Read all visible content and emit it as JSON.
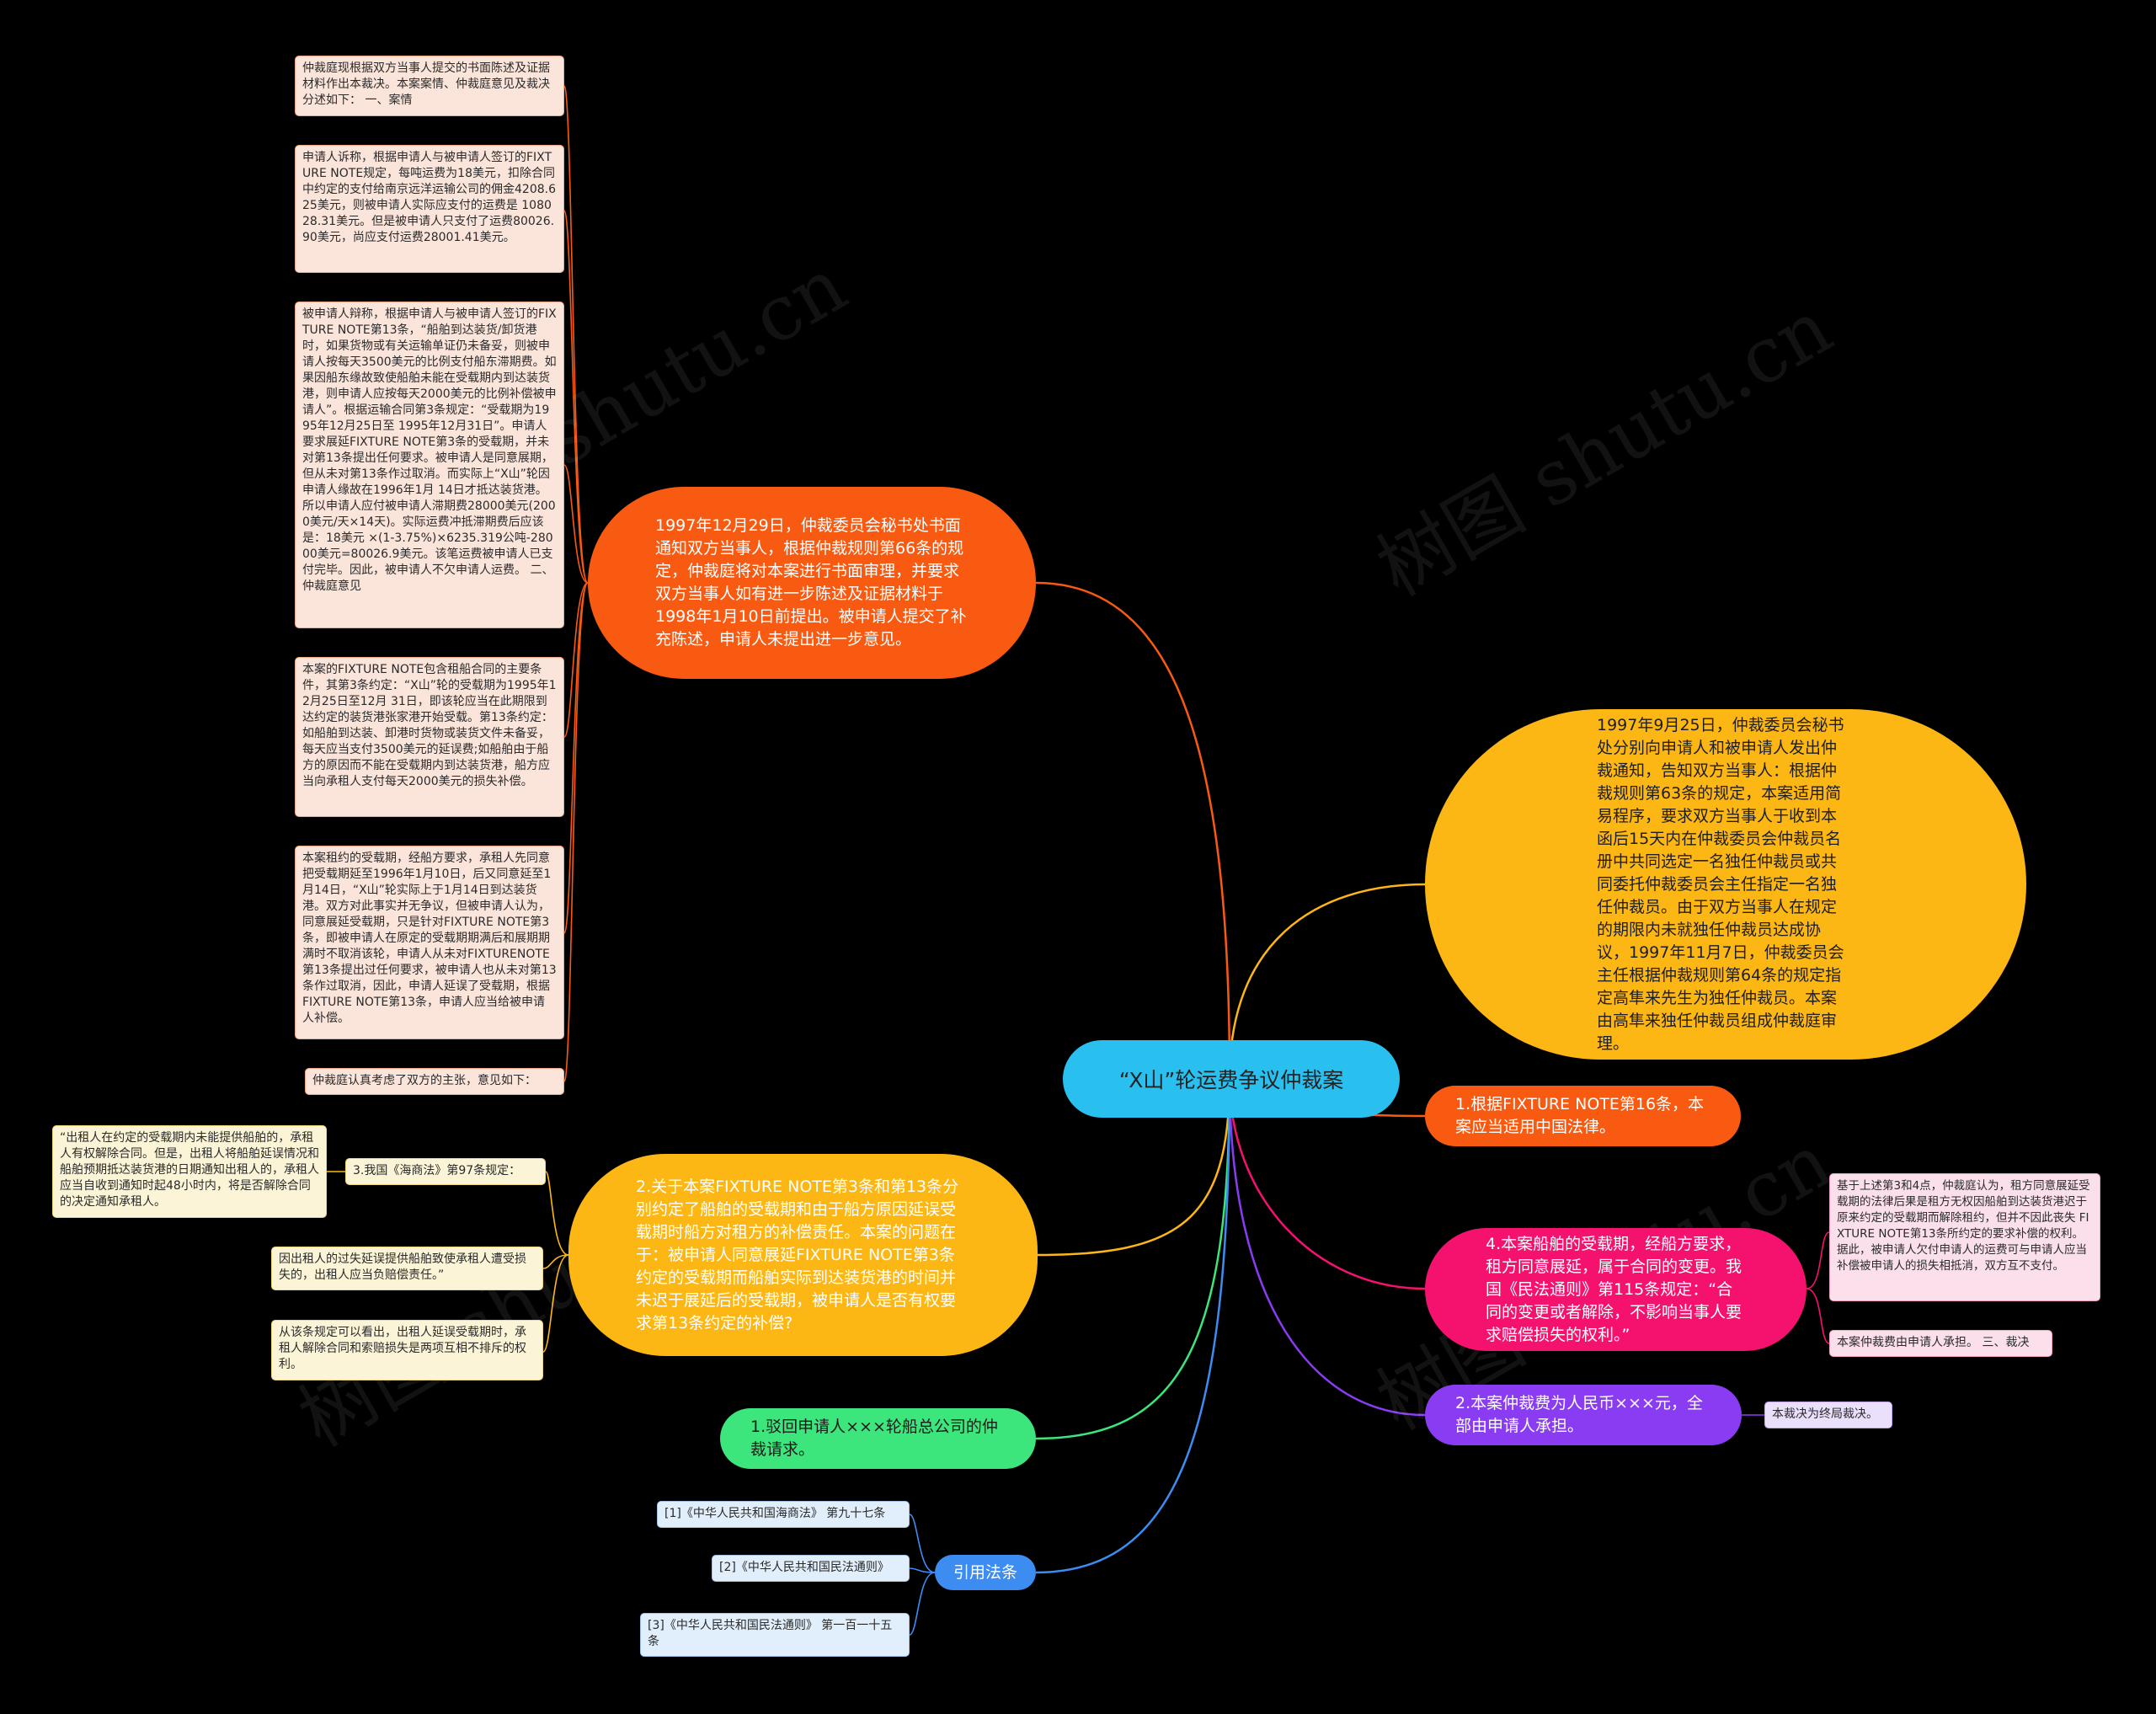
{
  "watermark": "树图 shutu.cn",
  "center": "“X山”轮运费争议仲裁案",
  "branches": {
    "orange_big": "1997年12月29日，仲裁委员会秘书处书面通知双方当事人，根据仲裁规则第66条的规定，仲裁庭将对本案进行书面审理，并要求双方当事人如有进一步陈述及证据材料于1998年1月10日前提出。被申请人提交了补充陈述，申请人未提出进一步意见。",
    "yellow_big": "2.关于本案FIXTURE NOTE第3条和第13条分别约定了船舶的受载期和由于船方原因延误受载期时船方对租方的补偿责任。本案的问题在于：被申请人同意展延FIXTURE NOTE第3条约定的受载期而船舶实际到达装货港的时间并未迟于展延后的受载期，被申请人是否有权要求第13条约定的补偿?",
    "green": "1.驳回申请人×××轮船总公司的仲裁请求。",
    "blue": "引用法条",
    "gold_big": "1997年9月25日，仲裁委员会秘书处分别向申请人和被申请人发出仲裁通知，告知双方当事人：根据仲裁规则第63条的规定，本案适用简易程序，要求双方当事人于收到本函后15天内在仲裁委员会仲裁员名册中共同选定一名独任仲裁员或共同委托仲裁委员会主任指定一名独任仲裁员。由于双方当事人在规定的期限内未就独任仲裁员达成协议，1997年11月7日，仲裁委员会主任根据仲裁规则第64条的规定指定高隼来先生为独任仲裁员。本案由高隼来独任仲裁员组成仲裁庭审理。",
    "red": "1.根据FIXTURE NOTE第16条，本案应当适用中国法律。",
    "pink": "4.本案船舶的受载期，经船方要求，租方同意展延，属于合同的变更。我国《民法通则》第115条规定：“合同的变更或者解除，不影响当事人要求赔偿损失的权利。”",
    "purple": "2.本案仲裁费为人民币×××元，全部由申请人承担。"
  },
  "leaves": {
    "o1": "仲裁庭现根据双方当事人提交的书面陈述及证据材料作出本裁决。本案案情、仲裁庭意见及裁决分述如下： 一、案情",
    "o2": "申请人诉称，根据申请人与被申请人签订的FIXTURE NOTE规定，每吨运费为18美元，扣除合同中约定的支付给南京远洋运输公司的佣金4208.625美元，则被申请人实际应支付的运费是 108028.31美元。但是被申请人只支付了运费80026.90美元，尚应支付运费28001.41美元。",
    "o3": "被申请人辩称，根据申请人与被申请人签订的FIXTURE NOTE第13条，“船舶到达装货/卸货港时，如果货物或有关运输单证仍未备妥，则被申请人按每天3500美元的比例支付船东滞期费。如果因船东缘故致使船舶未能在受载期内到达装货港，则申请人应按每天2000美元的比例补偿被申请人”。根据运输合同第3条规定：“受载期为1995年12月25日至 1995年12月31日”。申请人要求展延FIXTURE NOTE第3条的受载期，并未对第13条提出任何要求。被申请人是同意展期，但从未对第13条作过取消。而实际上“X山”轮因申请人缘故在1996年1月 14日才抵达装货港。所以申请人应付被申请人滞期费28000美元(2000美元/天×14天)。实际运费冲抵滞期费后应该是：18美元 ×(1-3.75%)×6235.319公吨-28000美元=80026.9美元。该笔运费被申请人已支付完毕。因此，被申请人不欠申请人运费。 二、仲裁庭意见",
    "o4": "本案的FIXTURE NOTE包含租船合同的主要条件，其第3条约定：“X山”轮的受载期为1995年12月25日至12月 31日，即该轮应当在此期限到达约定的装货港张家港开始受载。第13条约定：如船舶到达装、卸港时货物或装货文件未备妥，每天应当支付3500美元的延误费;如船舶由于船方的原因而不能在受载期内到达装货港，船方应当向承租人支付每天2000美元的损失补偿。",
    "o5": "本案租约的受载期，经船方要求，承租人先同意把受载期延至1996年1月10日，后又同意延至1月14日，“X山”轮实际上于1月14日到达装货港。双方对此事实并无争议，但被申请人认为，同意展延受载期，只是针对FIXTURE NOTE第3条，即被申请人在原定的受载期期满后和展期期满时不取消该轮，申请人从未对FIXTURENOTE第13条提出过任何要求，被申请人也从未对第13条作过取消，因此，申请人延误了受载期，根据FIXTURE NOTE第13条，申请人应当给被申请人补偿。",
    "o6": "仲裁庭认真考虑了双方的主张，意见如下：",
    "y1": "3.我国《海商法》第97条规定：",
    "y1a": "“出租人在约定的受载期内未能提供船舶的，承租人有权解除合同。但是，出租人将船舶延误情况和船舶预期抵达装货港的日期通知出租人的，承租人应当自收到通知时起48小时内，将是否解除合同的决定通知承租人。",
    "y2": "因出租人的过失延误提供船舶致使承租人遭受损失的，出租人应当负赔偿责任。”",
    "y3": "从该条规定可以看出，出租人延误受载期时，承租人解除合同和索赔损失是两项互相不排斥的权利。",
    "b1": "[1]《中华人民共和国海商法》 第九十七条",
    "b2": "[2]《中华人民共和国民法通则》",
    "b3": "[3]《中华人民共和国民法通则》 第一百一十五条",
    "p1": "基于上述第3和4点，仲裁庭认为，租方同意展延受载期的法律后果是租方无权因船舶到达装货港迟于原来约定的受载期而解除租约，但并不因此丧失 FIXTURE NOTE第13条所约定的要求补偿的权利。据此，被申请人欠付申请人的运费可与申请人应当补偿被申请人的损失相抵消，双方互不支付。",
    "p2": "本案仲裁费由申请人承担。 三、裁决",
    "u1": "本裁决为终局裁决。"
  },
  "colors": {
    "orange": "#f85a12",
    "yellow": "#fdb714",
    "green": "#3ce67c",
    "blue": "#3c8cf2",
    "gold": "#fdb714",
    "red": "#f85a12",
    "pink": "#f4126e",
    "purple": "#8a3cf2",
    "center": "#29c0f0"
  }
}
